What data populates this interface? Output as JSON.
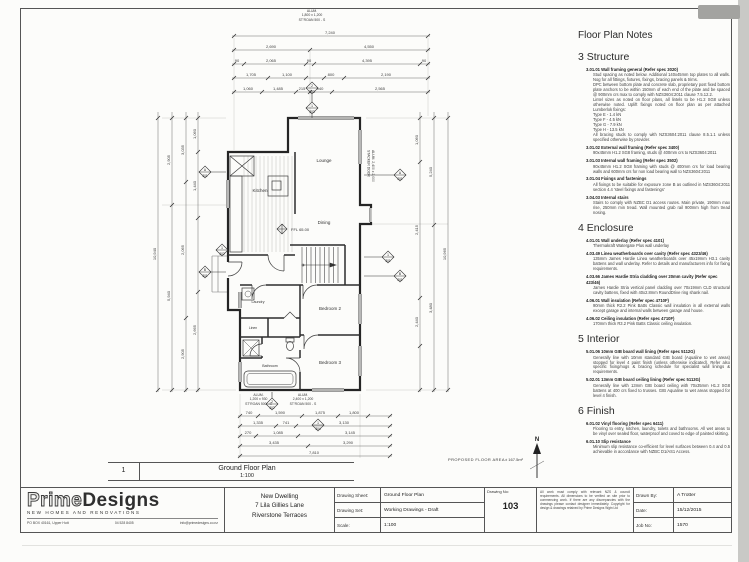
{
  "plan": {
    "rooms": {
      "lounge": "Lounge",
      "kitchen": "Kitchen",
      "dining": "Dining",
      "bedroom2": "Bedroom 2",
      "bedroom3": "Bedroom 3",
      "bathroom": "Bathroom",
      "laundry": "Laundry",
      "linen": "Linen"
    },
    "level_marker": "FFL 65.00",
    "window_tags": {
      "top": "ALUM.\n1,800 x 1,200\nST'ROAN 500 - S",
      "mid": "ALUM.\n1,800 x 1,200\nST'ROAN 500 - S",
      "right": "ALUM. 2,400 x 2,000\nSTACKER DOOR",
      "bottom_left": "ALUM.\n1,200 x 930\nST'ROAN 500 - S",
      "bottom_right": "ALUM.\n2,400 x 1,200\nST'ROAN 500 - S"
    },
    "markers": [
      {
        "t": "A",
        "b": "301"
      },
      {
        "t": "1",
        "b": "302"
      },
      {
        "t": "B",
        "b": "301"
      },
      {
        "t": "A",
        "b": "201"
      },
      {
        "t": "1",
        "b": "301"
      },
      {
        "t": "B",
        "b": "201"
      },
      {
        "t": "2",
        "b": "303"
      },
      {
        "t": "1",
        "b": "303"
      },
      {
        "t": "2",
        "b": "302"
      },
      {
        "t": "1",
        "b": "304"
      }
    ],
    "dims": {
      "t1": [
        "7,240"
      ],
      "t2": [
        "2,690",
        "4,550"
      ],
      "t3": [
        "90",
        "2,065",
        "90",
        "4,395",
        "90"
      ],
      "t4": [
        "1,705",
        "1,100",
        "800",
        "2,190"
      ],
      "t5": [
        "1,060",
        "1,485",
        "215",
        "940",
        "2,565"
      ],
      "l1": [
        "10,940"
      ],
      "l2": [
        "2,905",
        "5,940"
      ],
      "l3": [
        "3,035",
        "2,065",
        "2,905"
      ],
      "l4": [
        "1,060",
        "1,440",
        "2,665"
      ],
      "r1": [
        "1,060",
        "2,415",
        "2,440"
      ],
      "r2": [
        "5,240",
        "3,480"
      ],
      "r3": [
        "10,965"
      ],
      "b1": [
        "740",
        "1,590",
        "1,875",
        "1,800"
      ],
      "b2": [
        "1,335",
        "741",
        "3,130"
      ],
      "b3": [
        "270",
        "1,085",
        "3,145"
      ],
      "b4": [
        "3,435",
        "3,290"
      ],
      "b5": [
        "7,810"
      ]
    }
  },
  "plan_title": {
    "number": "1",
    "name": "Ground Floor Plan",
    "scale": "1:100"
  },
  "annotations": {
    "floor_area_label": "PROPOSED FLOOR AREA",
    "floor_area_value": "± 167.5m²",
    "north": "N"
  },
  "notes": {
    "title": "Floor Plan Notes",
    "sections": [
      {
        "heading": "3 Structure",
        "items": [
          {
            "head": "3.01.01 Wall framing general (Refer spec 3020)",
            "body": "Stud spacing as noted below. Additional 140x45mm top plates to all walls. Nog for all fittings, fixtures, fixings, bracing panels & trims.\nDPC between bottom plate and concrete slab, proprietary post fixed bottom plate anchors to be within 150mm of each end of the plate and be spaced @ 900mm crs max to comply with NZS3604:2011 clause 7.5.12.2.\nLintel sizes as noted on floor plans, all lintels to be H1.2 SG8 unless otherwise noted. Uplift fixings noted on floor plan as per attached Lumberlok fixings:\nType E - 1.4 kN\nType F - 4.5 kN\nType G - 7.9 kN\nType H - 13.5 kN\nAll bracing studs to comply with NZS3604:2011 clause 8.5.1.1 unless specified otherwise by provider."
          },
          {
            "head": "3.01.02 External wall framing (Refer spec 3400)",
            "body": "90x45mm H1.2 SG8 framing, studs @ 400mm crs to NZS3604:2011"
          },
          {
            "head": "3.01.03 Internal wall framing (Refer spec 3502)",
            "body": "90x45mm H1.2 SG8 framing with studs @ 400mm crs for load bearing walls and 600mm crs for non load bearing wall to NZS3604:2011"
          },
          {
            "head": "3.01.04 Fixings and fastenings",
            "body": "All fixings to be suitable for exposure zone B as outlined in NZS3604:2011 section 4.4 'steel fixings and fastenings'"
          },
          {
            "head": "3.04.03 Internal stairs",
            "body": "Stairs to comply with NZBC D1 access routes. Main private, 190mm max rise, 250mm min tread. Wall mounted grab rail 900mm high from tread nosing."
          }
        ]
      },
      {
        "heading": "4 Enclosure",
        "items": [
          {
            "head": "4.01.01 Wall underlay (Refer spec 4101)",
            "body": "Thermakraft Watergate Plus wall underlay"
          },
          {
            "head": "4.03.49 Linea weatherboards over cavity (Refer spec 4323/46)",
            "body": "135mm James Hardie Linea weatherboards over 45x19mm H3.1 cavity battens and wall underlay. Refer to details and manufacturers info for fixing requirements."
          },
          {
            "head": "4.03.66 James Hardie Stria cladding over 20mm cavity (Refer spec 423/46)",
            "body": "James Hardie Stria vertical panel cladding over 70x19mm CLD structural cavity battens, fixed with 40x2.8mm RoundDrive ring shank nail."
          },
          {
            "head": "4.06.01 Wall insulation (Refer spec 4710F)",
            "body": "90mm thick R2.2 Pink Batts Classic wall insulation in all external walls except garage and internal walls between garage and house."
          },
          {
            "head": "4.06.02 Ceiling insulation (Refer spec 4710F)",
            "body": "170mm thick R3.2 Pink Batts Classic ceiling insulation."
          }
        ]
      },
      {
        "heading": "5 Interior",
        "items": [
          {
            "head": "5.01.06 10mm GIB board wall lining (Refer spec 5112G)",
            "body": "Generally line with 10mm standard GIB board (Aqualine to wet areas) stopped for level 4 paint finish (unless otherwise indicated). Refer also specific fixing/nogs & bracing schedule for specialist wall linings & requirements."
          },
          {
            "head": "5.02.01 13mm GIB board ceiling lining (Refer spec 5113G)",
            "body": "Generally line with 13mm GIB board ceiling with 70x35mm H1.2 SG8 battens at 400 crs fixed to trusses. GIB Aqualine to wet areas stopped for level 4 finish."
          }
        ]
      },
      {
        "heading": "6 Finish",
        "items": [
          {
            "head": "6.01.02 Vinyl flooring (Refer spec 6411)",
            "body": "Flooring to entry, kitchen, laundry, toilets and bathrooms. All wet areas to be vinyl over sealed floor, waterproof and coved to edge of painted skirting."
          },
          {
            "head": "6.01.10 Slip resistance",
            "body": "Minimum slip resistance co-efficient for level surfaces between 0.4 and 0.5 achievable in accordance with NZBC D1/AS1 Access."
          }
        ]
      }
    ]
  },
  "titleblock": {
    "logo": {
      "prime": "Prime",
      "designs": "Designs",
      "tagline": "NEW HOMES AND RENOVATIONS",
      "contact_left": "PO BOX 40161, Upper Hutt",
      "contact_mid": "04 528 8405",
      "contact_right": "info@primedesigns.co.nz"
    },
    "project": {
      "line1": "New Dwelling",
      "line2": "7 Lila Gillies Lane",
      "line3": "Riverstone Terraces"
    },
    "sheet": {
      "label": "Drawing Sheet:",
      "value": "Ground Floor Plan"
    },
    "set": {
      "label": "Drawing Set:",
      "value": "Working Drawings - Draft"
    },
    "scale": {
      "label": "Scale:",
      "value": "1:100"
    },
    "number": {
      "label": "Drawing No:",
      "value": "103"
    },
    "disclaimer": "All work must comply with relevant NZS & council requirements. All dimensions to be verified on site prior to commencing work. If there are any discrepancies with the drawings please contact designer immediately. Copyright for design & drawings retained by Prime Designs Wgtn Ltd",
    "drawn_by": {
      "label": "Drawn By:",
      "value": "A Trotter"
    },
    "date": {
      "label": "Date:",
      "value": "15/12/2015"
    },
    "job_no": {
      "label": "Job No:",
      "value": "1570"
    }
  }
}
